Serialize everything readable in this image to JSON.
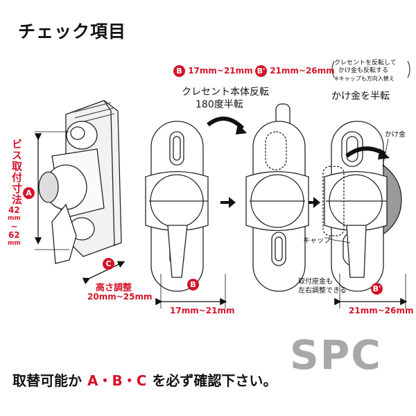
{
  "title": "チェック項目",
  "labels": {
    "a_badge": "A",
    "a_label": "ビス取付寸法",
    "a_range_top": "42",
    "a_range_unit1": "mm",
    "a_range_sep": "~",
    "a_range_bottom": "62",
    "a_range_unit2": "mm",
    "c_badge": "C",
    "c_label": "高さ調整",
    "c_range": "20mm~25mm",
    "b_badge": "B",
    "b_top_range": "17mm~21mm",
    "b_bottom_range": "17mm~21mm",
    "bp_badge": "B'",
    "bp_top_range": "21mm~26mm",
    "bp_bottom_range": "21mm~26mm",
    "crescent_reverse": "クレセント本体反転",
    "half_turn": "180度半転",
    "reverse_note_1": "クレセントを反転して",
    "reverse_note_2": "かけ金も反転する",
    "reverse_note_3": "※キャップも方向入替え",
    "hook_half_turn": "かけ金を半転",
    "hook": "かけ金",
    "cap": "キャップ",
    "base_adjust_1": "取付座金も",
    "base_adjust_2": "左右調整できる"
  },
  "bottom": {
    "prefix": "取替可能か",
    "letters": "A・B・C",
    "suffix": "を必ず確認下さい。"
  },
  "logo": "SPC",
  "colors": {
    "accent": "#d4142a",
    "logo": "#a8a8a8"
  }
}
